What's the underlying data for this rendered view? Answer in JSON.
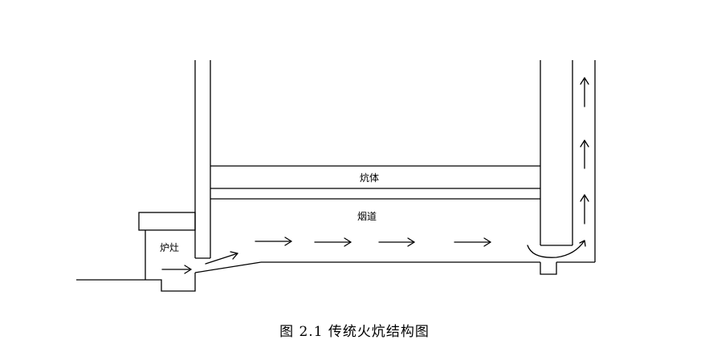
{
  "caption": "图 2.1  传统火炕结构图",
  "labels": {
    "stove": "炉灶",
    "kang_body": "炕体",
    "flue": "烟道"
  },
  "icons": {
    "flow_arrow": "right-arrow-icon",
    "chimney_arrow": "up-arrow-icon",
    "turn_arrow": "curved-turn-arrow-icon"
  }
}
